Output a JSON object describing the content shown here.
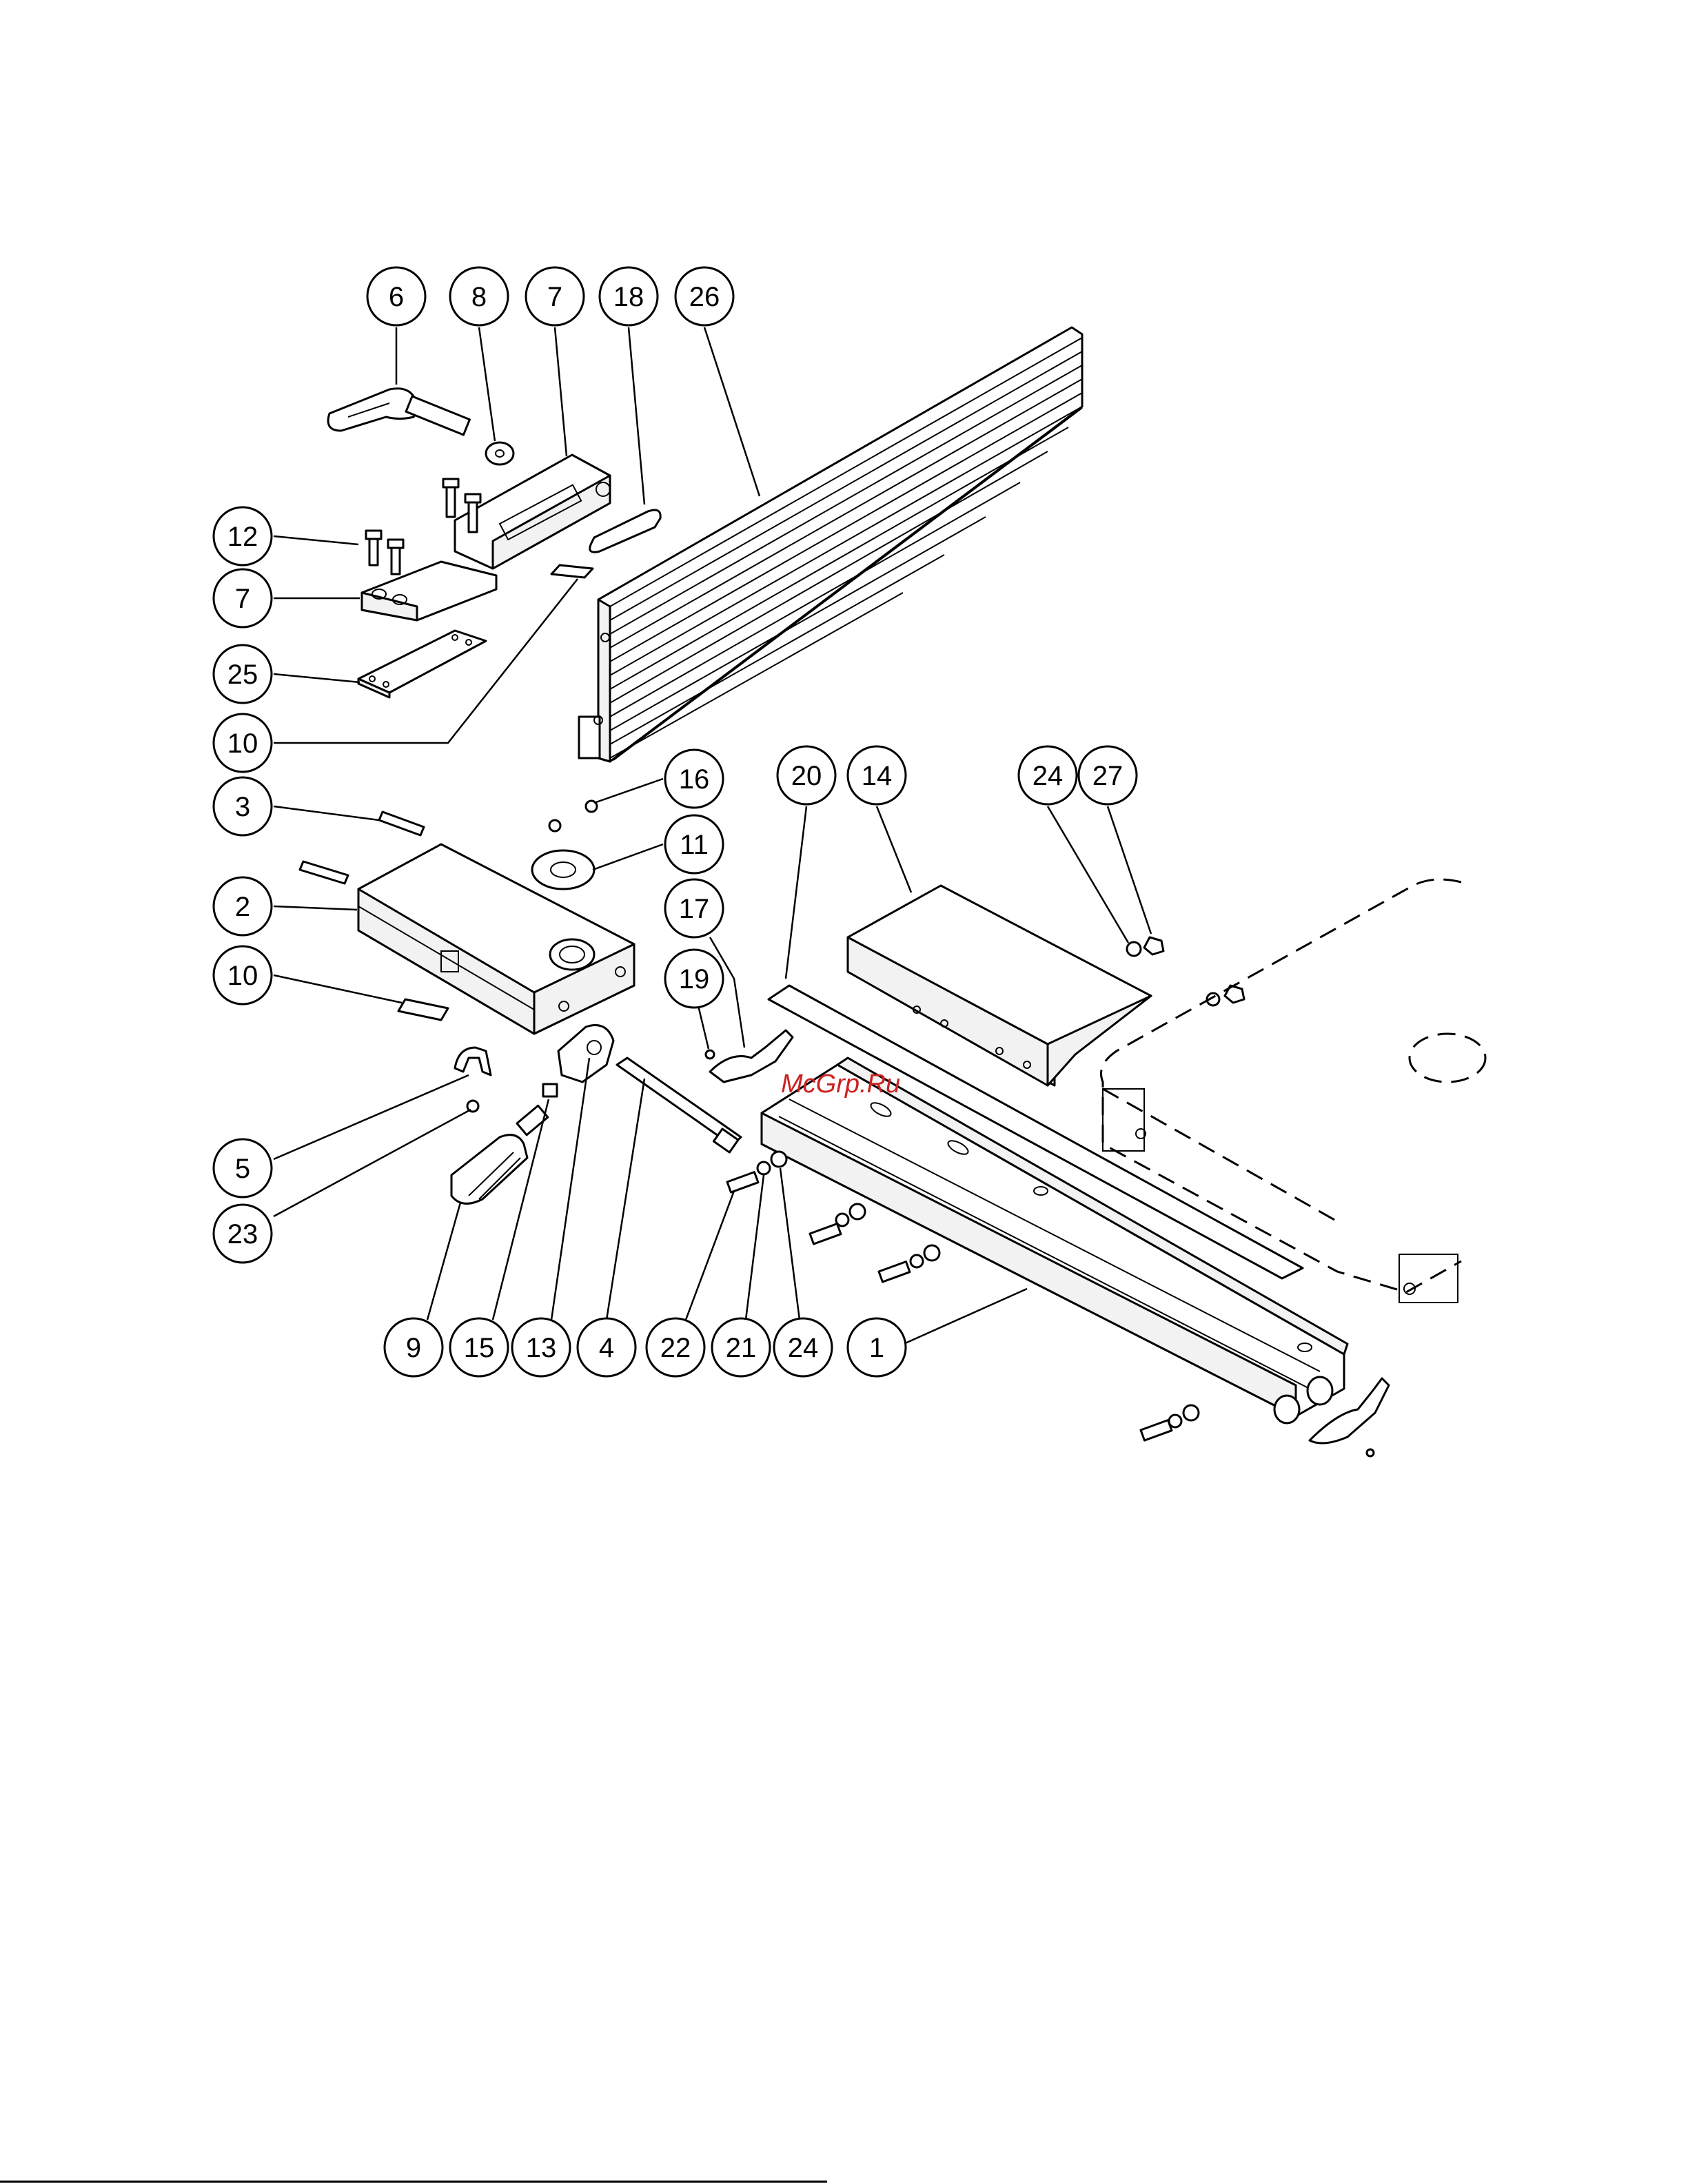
{
  "diagram": {
    "watermark": "McGrp.Ru",
    "watermark_color": "#cc2222",
    "callouts": [
      {
        "id": "c6",
        "label": "6"
      },
      {
        "id": "c8",
        "label": "8"
      },
      {
        "id": "c7a",
        "label": "7"
      },
      {
        "id": "c18",
        "label": "18"
      },
      {
        "id": "c26",
        "label": "26"
      },
      {
        "id": "c12",
        "label": "12"
      },
      {
        "id": "c7b",
        "label": "7"
      },
      {
        "id": "c25",
        "label": "25"
      },
      {
        "id": "c10a",
        "label": "10"
      },
      {
        "id": "c16",
        "label": "16"
      },
      {
        "id": "c20",
        "label": "20"
      },
      {
        "id": "c14",
        "label": "14"
      },
      {
        "id": "c24a",
        "label": "24"
      },
      {
        "id": "c27",
        "label": "27"
      },
      {
        "id": "c3",
        "label": "3"
      },
      {
        "id": "c11",
        "label": "11"
      },
      {
        "id": "c2",
        "label": "2"
      },
      {
        "id": "c17",
        "label": "17"
      },
      {
        "id": "c10b",
        "label": "10"
      },
      {
        "id": "c19",
        "label": "19"
      },
      {
        "id": "c5",
        "label": "5"
      },
      {
        "id": "c23",
        "label": "23"
      },
      {
        "id": "c9",
        "label": "9"
      },
      {
        "id": "c15",
        "label": "15"
      },
      {
        "id": "c13",
        "label": "13"
      },
      {
        "id": "c4",
        "label": "4"
      },
      {
        "id": "c22",
        "label": "22"
      },
      {
        "id": "c21",
        "label": "21"
      },
      {
        "id": "c24b",
        "label": "24"
      },
      {
        "id": "c1",
        "label": "1"
      }
    ]
  }
}
